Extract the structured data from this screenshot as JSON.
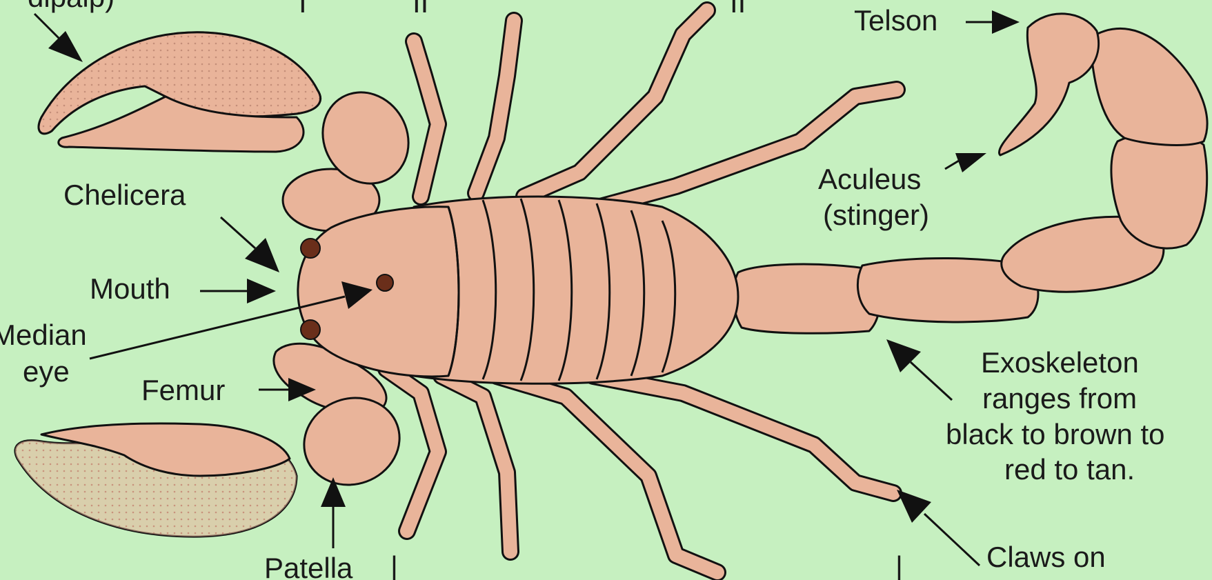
{
  "labels": {
    "pedipalp_partial": "dipalp)",
    "mark_i_top": "I",
    "mark_ii_top_a": "II",
    "mark_ii_top_b": "II",
    "telson": "Telson",
    "chelicera": "Chelicera",
    "aculeus_1": "Aculeus",
    "aculeus_2": "(stinger)",
    "mouth": "Mouth",
    "median_eye_1": "Median",
    "median_eye_2": "eye",
    "femur": "Femur",
    "exo_1": "Exoskeleton",
    "exo_2": "ranges from",
    "exo_3": "black to brown to",
    "exo_4": "red to tan.",
    "patella": "Patella",
    "mark_bottom_a": "|",
    "mark_bottom_b": "|",
    "claws_on": "Claws on"
  },
  "colors": {
    "background": "#c6f0c0",
    "body": "#e9b49a",
    "outline": "#111111",
    "eye": "#6a2e1a",
    "text": "#1a1a1a"
  }
}
